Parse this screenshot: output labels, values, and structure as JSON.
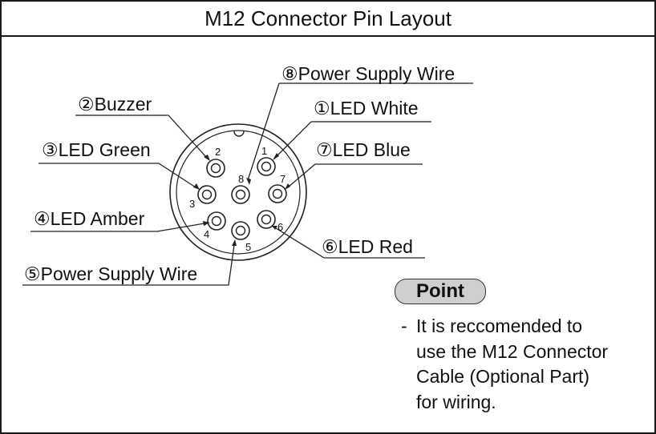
{
  "title": "M12 Connector Pin Layout",
  "pins": [
    {
      "num": "1",
      "label": "LED White"
    },
    {
      "num": "2",
      "label": "Buzzer"
    },
    {
      "num": "3",
      "label": "LED Green"
    },
    {
      "num": "4",
      "label": "LED Amber"
    },
    {
      "num": "5",
      "label": "Power Supply Wire"
    },
    {
      "num": "6",
      "label": "LED Red"
    },
    {
      "num": "7",
      "label": "LED Blue"
    },
    {
      "num": "8",
      "label": "Power Supply Wire"
    }
  ],
  "point": {
    "badge": "Point",
    "dash": "-",
    "lines": [
      "It is reccomended to",
      "use the M12 Connector",
      "Cable (Optional Part)",
      "for wiring."
    ]
  }
}
